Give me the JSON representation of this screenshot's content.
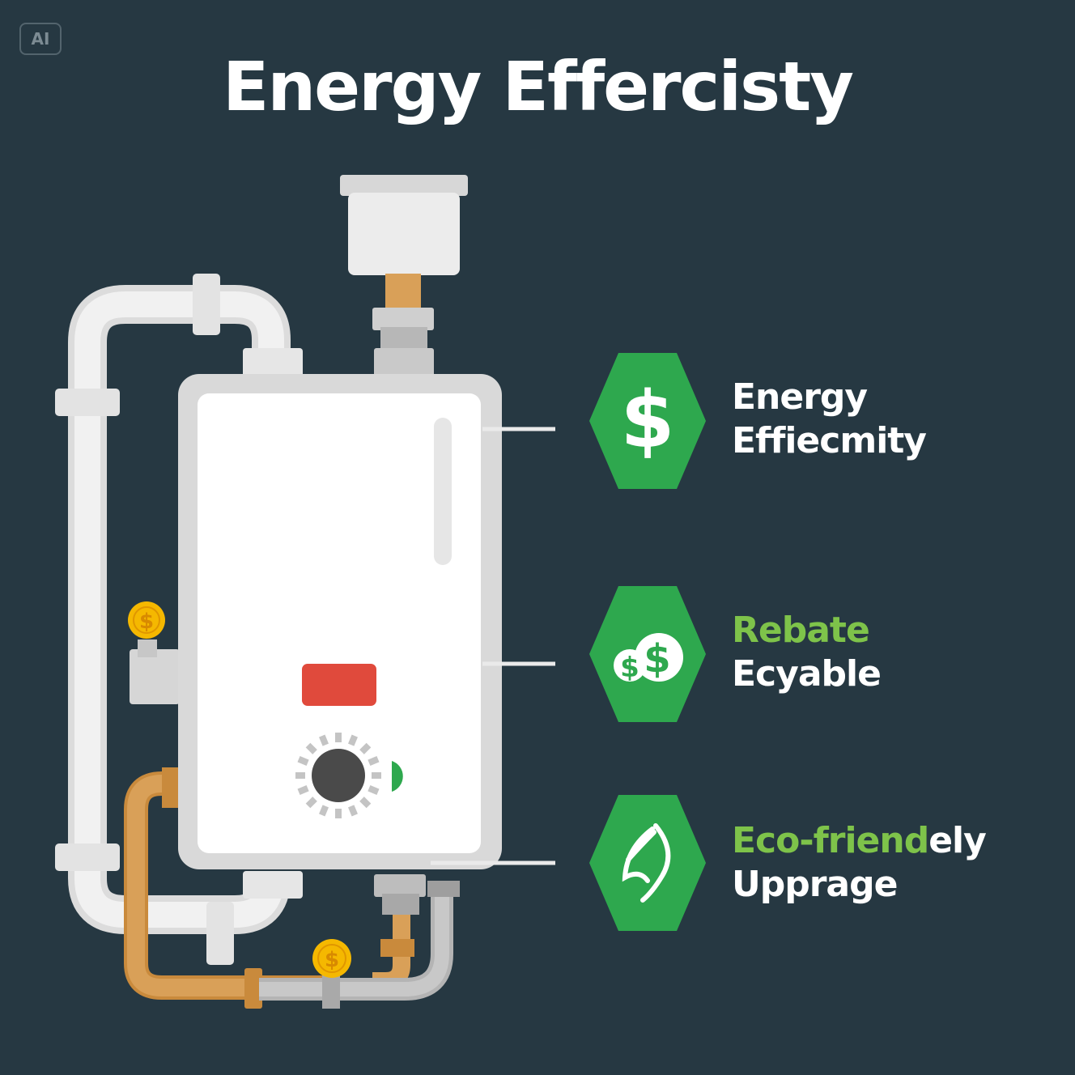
{
  "badge": "AI",
  "title": "Energy Effercisty",
  "heater": {
    "pipe_coin_symbol": "$"
  },
  "features": [
    {
      "icon": "dollar-icon",
      "line1": "Energy",
      "line2": "Effiecmity",
      "line1_green": false
    },
    {
      "icon": "money-bag-icon",
      "line1": "Rebate",
      "line2": "Ecyable",
      "line1_green": true
    },
    {
      "icon": "leaf-icon",
      "line1_green_part": "Eco-friend",
      "line1_white_part": "ely",
      "line2": "Upprage"
    }
  ],
  "colors": {
    "background": "#263842",
    "accent_green": "#2ea84e",
    "text_green": "#7ec34a",
    "copper": "#d49a4a",
    "indicator_red": "#e04a3c",
    "coin_gold": "#f5b800"
  }
}
